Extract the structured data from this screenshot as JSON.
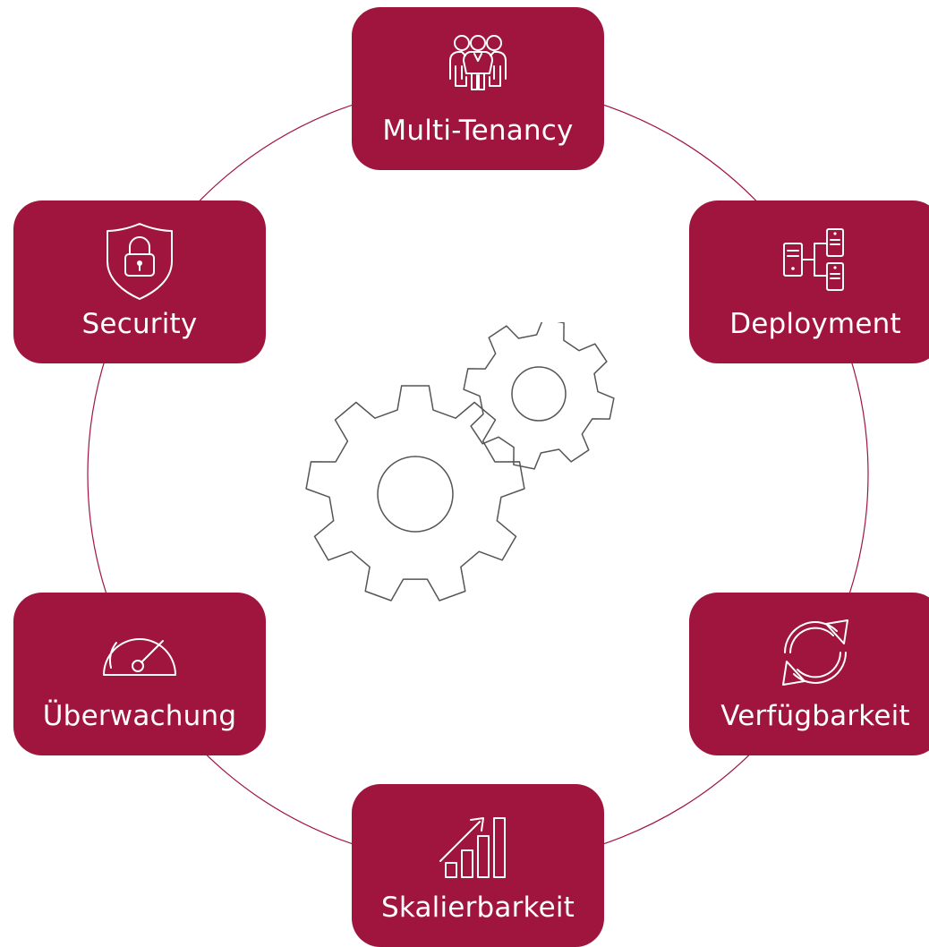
{
  "diagram": {
    "accent_color": "#a0153e",
    "center_icon": "gears-icon",
    "cards": [
      {
        "id": "multi",
        "label": "Multi-Tenancy",
        "icon": "users-group-icon"
      },
      {
        "id": "deploy",
        "label": "Deployment",
        "icon": "servers-network-icon"
      },
      {
        "id": "verf",
        "label": "Verfügbarkeit",
        "icon": "refresh-cycle-icon"
      },
      {
        "id": "skal",
        "label": "Skalierbarkeit",
        "icon": "growth-chart-icon"
      },
      {
        "id": "ueber",
        "label": "Überwachung",
        "icon": "gauge-icon"
      },
      {
        "id": "sec",
        "label": "Security",
        "icon": "shield-lock-icon"
      }
    ]
  }
}
